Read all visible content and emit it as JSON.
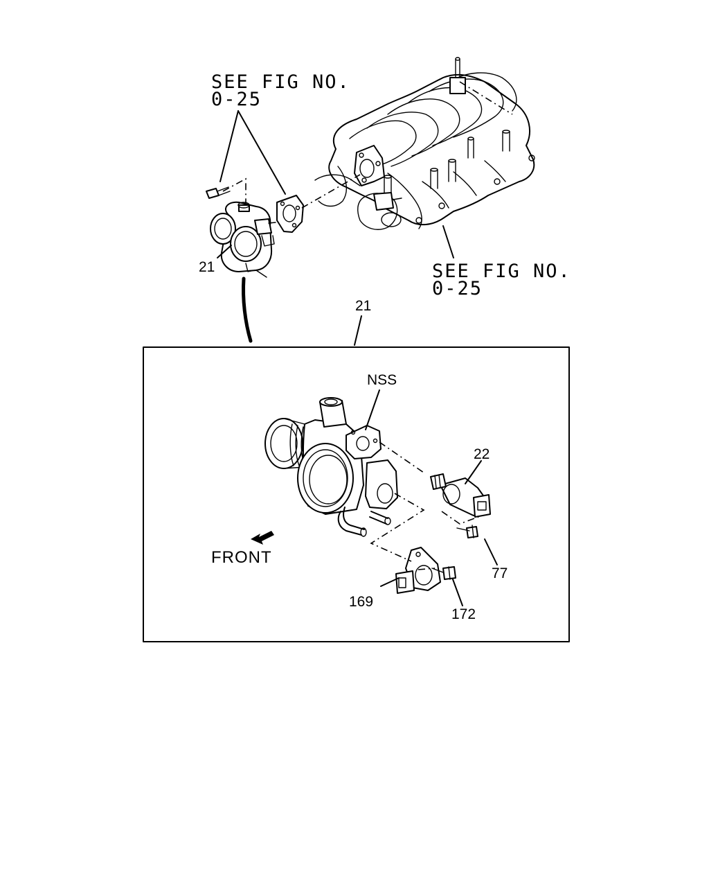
{
  "references": {
    "upper_line1": "SEE FIG NO.",
    "upper_line2": "0-25",
    "lower_line1": "SEE FIG NO.",
    "lower_line2": "0-25"
  },
  "callouts": {
    "throttle_body_top": "21",
    "throttle_body_detail": "21",
    "nss": "NSS",
    "sensor_22": "22",
    "screw_77": "77",
    "sensor_169": "169",
    "screw_172": "172"
  },
  "direction": {
    "front_label": "FRONT"
  }
}
